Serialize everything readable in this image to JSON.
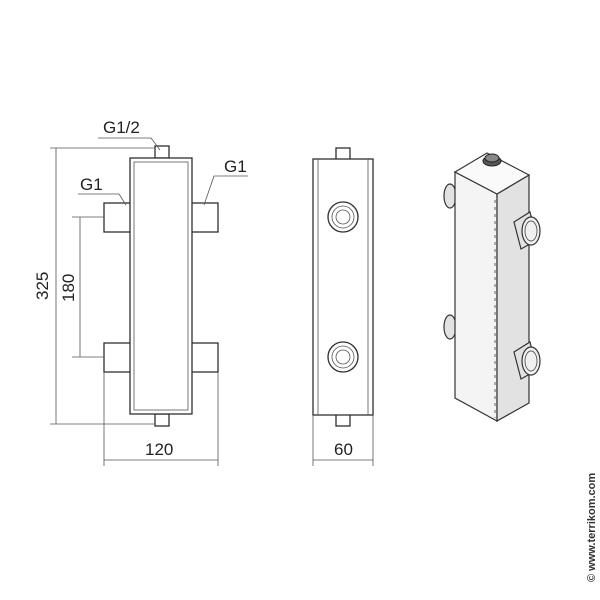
{
  "labels": {
    "top_port": "G1/2",
    "left_port": "G1",
    "right_port": "G1"
  },
  "dimensions": {
    "height_total": "325",
    "port_spacing": "180",
    "width_front": "120",
    "width_side": "60"
  },
  "copyright": "© www.terrikom.com"
}
